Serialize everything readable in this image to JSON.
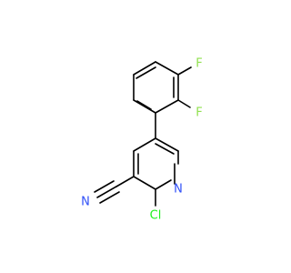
{
  "molecule": {
    "atoms": {
      "F_top": {
        "symbol": "F",
        "color": "#90e050"
      },
      "F_mid": {
        "symbol": "F",
        "color": "#90e050"
      },
      "N_ring": {
        "symbol": "N",
        "color": "#3050f8"
      },
      "N_nitrile": {
        "symbol": "N",
        "color": "#3050f8"
      },
      "Cl": {
        "symbol": "Cl",
        "color": "#1ff01f"
      }
    },
    "bond_color": "#000000"
  }
}
